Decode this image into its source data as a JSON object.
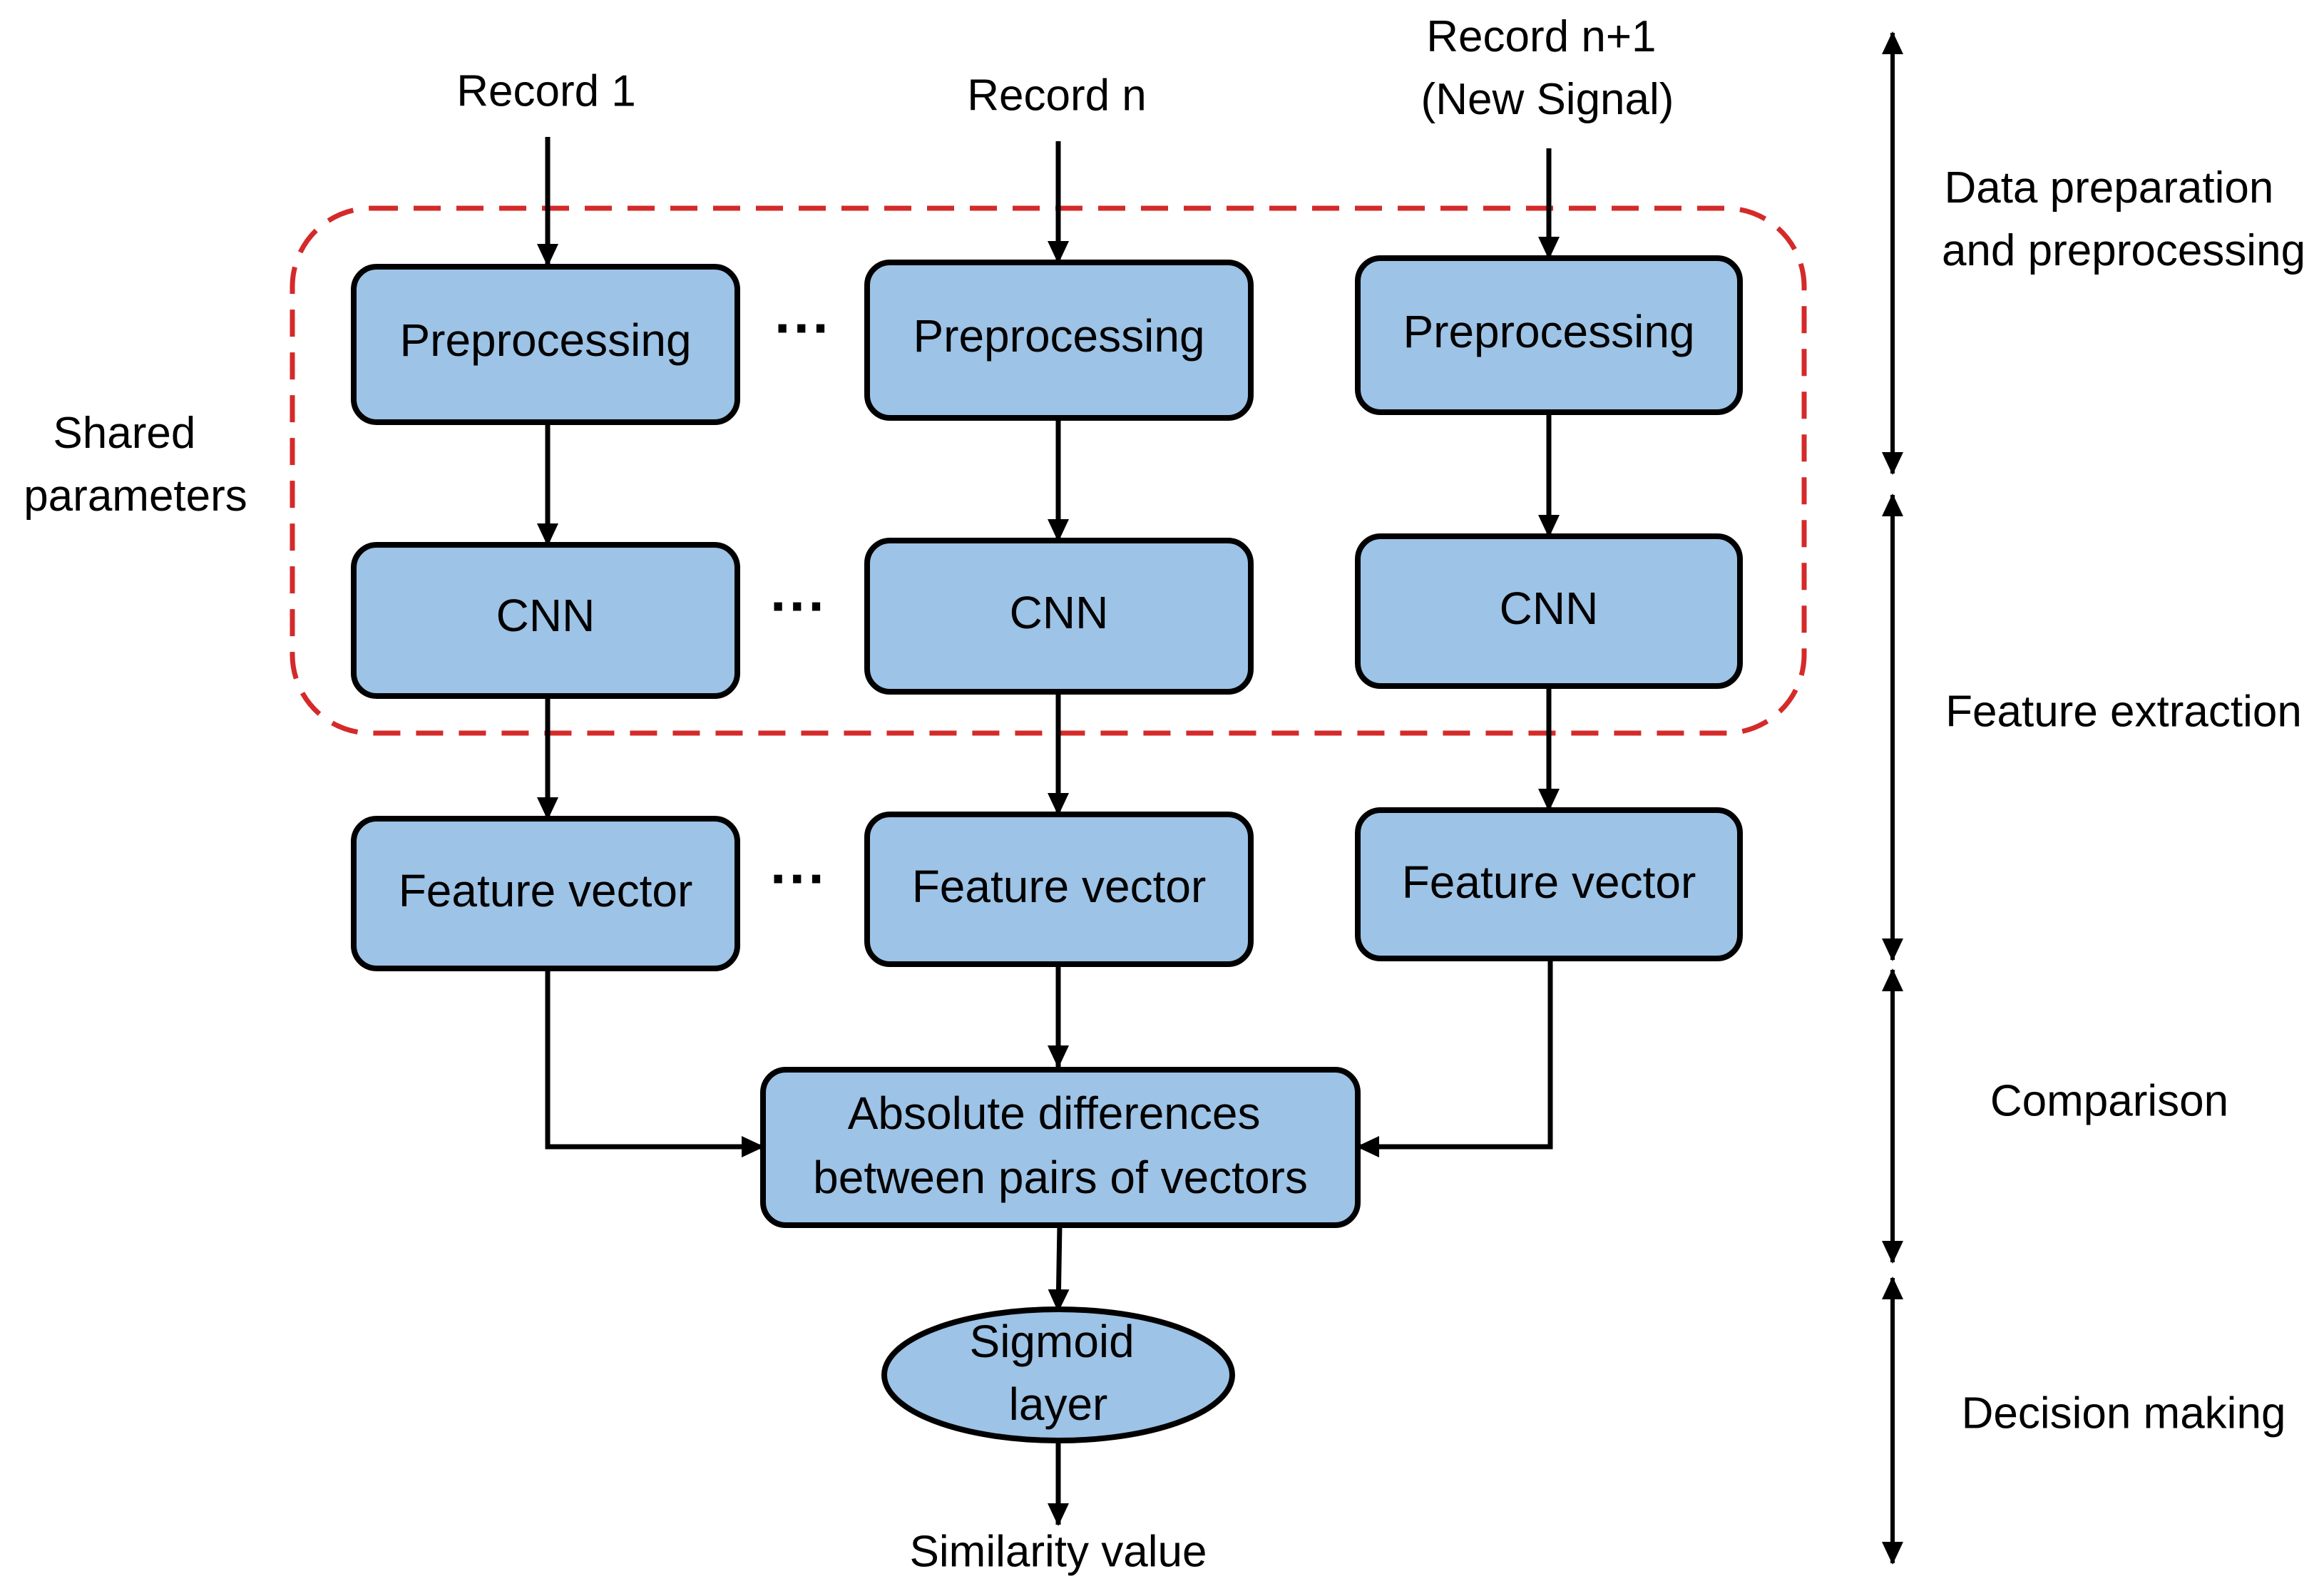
{
  "inputs": {
    "record_1": "Record 1",
    "record_n": "Record n",
    "record_new_line1": "Record n+1",
    "record_new_line2": "(New Signal)"
  },
  "nodes": {
    "preprocessing_1": "Preprocessing",
    "preprocessing_n": "Preprocessing",
    "preprocessing_new": "Preprocessing",
    "cnn_1": "CNN",
    "cnn_n": "CNN",
    "cnn_new": "CNN",
    "feature_vector_1": "Feature vector",
    "feature_vector_n": "Feature vector",
    "feature_vector_new": "Feature vector",
    "abs_diff_line1": "Absolute differences",
    "abs_diff_line2": "between pairs of vectors",
    "sigmoid_line1": "Sigmoid",
    "sigmoid_line2": "layer"
  },
  "ellipsis": "···",
  "output": {
    "similarity": "Similarity value"
  },
  "group": {
    "line1": "Shared",
    "line2": "parameters",
    "border_color": "#d42a2a"
  },
  "stages": {
    "data_prep_line1": "Data preparation",
    "data_prep_line2": "and preprocessing",
    "feature_extraction": "Feature extraction",
    "comparison": "Comparison",
    "decision_making": "Decision making"
  },
  "colors": {
    "node_fill": "#9dc3e6",
    "stroke": "#000000"
  }
}
